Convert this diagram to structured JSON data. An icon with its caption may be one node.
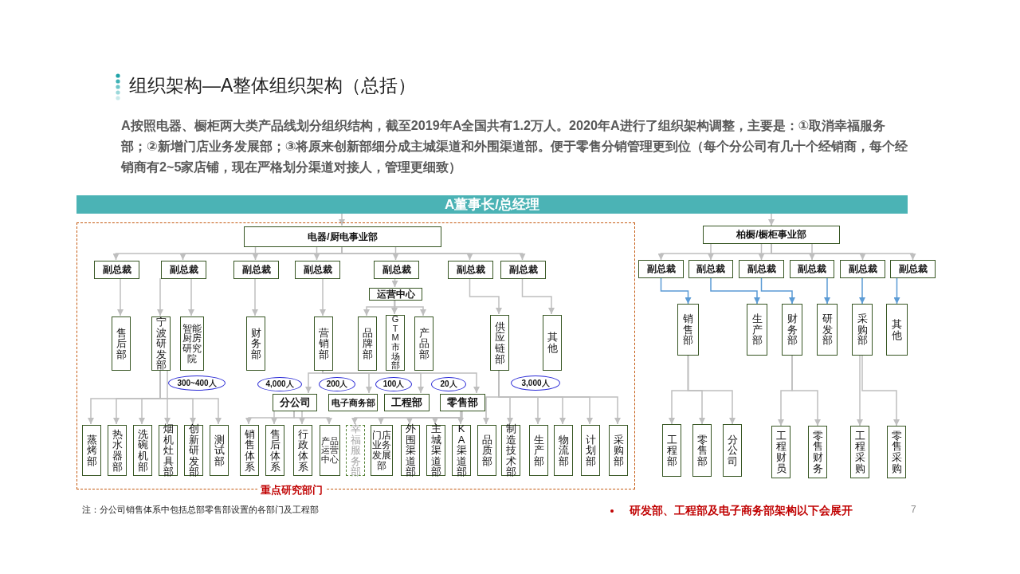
{
  "diagram": {
    "title": "组织架构—A整体组织架构（总括）",
    "nodes": [
      {
        "text": [
          "A董事长/总经理"
        ]
      },
      {
        "text": [
          "重点研究部门"
        ]
      },
      {
        "text": [
          "电器/厨电事业部"
        ],
        "in": 1
      },
      {
        "text": [
          "副总裁"
        ],
        "in": 1
      },
      {
        "text": [
          "副总裁"
        ],
        "in": 1
      },
      {
        "text": [
          "副总裁"
        ],
        "in": 1
      },
      {
        "text": [
          "副总裁"
        ],
        "in": 1
      },
      {
        "text": [
          "副总裁"
        ],
        "in": 1
      },
      {
        "text": [
          "副总裁"
        ],
        "in": 1
      },
      {
        "text": [
          "副总裁"
        ],
        "in": 1
      },
      {
        "text": [
          "运营中心"
        ],
        "in": 1
      },
      {
        "text": [
          "售后部"
        ],
        "in": 1
      },
      {
        "text": [
          "宁波研发部"
        ],
        "in": 1
      },
      {
        "text": [
          "智能厨房研究院"
        ],
        "in": 1
      },
      {
        "text": [
          "财务部"
        ],
        "in": 1
      },
      {
        "text": [
          "营销部"
        ],
        "in": 1
      },
      {
        "text": [
          "品牌部"
        ],
        "in": 1
      },
      {
        "text": [
          "GTM市场部"
        ],
        "in": 1
      },
      {
        "text": [
          "产品部"
        ],
        "in": 1
      },
      {
        "text": [
          "供应链部"
        ],
        "in": 1
      },
      {
        "text": [
          "其他"
        ],
        "in": 1
      },
      {
        "text": [
          "300~400人"
        ],
        "in": 1
      },
      {
        "text": [
          "4,000人"
        ],
        "in": 1
      },
      {
        "text": [
          "200人"
        ],
        "in": 1
      },
      {
        "text": [
          "100人"
        ],
        "in": 1
      },
      {
        "text": [
          "20人"
        ],
        "in": 1
      },
      {
        "text": [
          "3,000人"
        ],
        "in": 1
      },
      {
        "text": [
          "分公司"
        ],
        "in": 1
      },
      {
        "text": [
          "电子商务部"
        ],
        "in": 1
      },
      {
        "text": [
          "工程部"
        ],
        "in": 1
      },
      {
        "text": [
          "零售部"
        ],
        "in": 1
      },
      {
        "text": [
          "蒸烤部"
        ],
        "in": 1
      },
      {
        "text": [
          "热水器部"
        ],
        "in": 1
      },
      {
        "text": [
          "洗碗机部"
        ],
        "in": 1
      },
      {
        "text": [
          "烟机灶具部"
        ],
        "in": 1
      },
      {
        "text": [
          "创新研发部"
        ],
        "in": 1
      },
      {
        "text": [
          "测试部"
        ],
        "in": 1
      },
      {
        "text": [
          "销售体系"
        ],
        "in": 1
      },
      {
        "text": [
          "售后体系"
        ],
        "in": 1
      },
      {
        "text": [
          "行政体系"
        ],
        "in": 1
      },
      {
        "text": [
          "产品运营中心"
        ],
        "in": 1
      },
      {
        "text": [
          "幸福服务部"
        ],
        "in": 1
      },
      {
        "text": [
          "门店业务发展部"
        ],
        "in": 1
      },
      {
        "text": [
          "外围渠道部"
        ],
        "in": 1
      },
      {
        "text": [
          "主城渠道部"
        ],
        "in": 1
      },
      {
        "text": [
          "KA渠道部"
        ],
        "in": 1
      },
      {
        "text": [
          "品质部"
        ],
        "in": 1
      },
      {
        "text": [
          "制造技术部"
        ],
        "in": 1
      },
      {
        "text": [
          "生产部"
        ],
        "in": 1
      },
      {
        "text": [
          "物流部"
        ],
        "in": 1
      },
      {
        "text": [
          "计划部"
        ],
        "in": 1
      },
      {
        "text": [
          "采购部"
        ],
        "in": 1
      },
      {
        "text": [
          "柏橱/橱柜事业部"
        ]
      },
      {
        "text": [
          "副总裁"
        ]
      },
      {
        "text": [
          "副总裁"
        ]
      },
      {
        "text": [
          "副总裁"
        ]
      },
      {
        "text": [
          "副总裁"
        ]
      },
      {
        "text": [
          "副总裁"
        ]
      },
      {
        "text": [
          "副总裁"
        ]
      },
      {
        "text": [
          "销售部"
        ]
      },
      {
        "text": [
          "生产部"
        ]
      },
      {
        "text": [
          "财务部"
        ]
      },
      {
        "text": [
          "研发部"
        ]
      },
      {
        "text": [
          "采购部"
        ]
      },
      {
        "text": [
          "其他"
        ]
      },
      {
        "text": [
          "工程部"
        ]
      },
      {
        "text": [
          "零售部"
        ]
      },
      {
        "text": [
          "分公司"
        ]
      },
      {
        "text": [
          "工程财员"
        ]
      },
      {
        "text": [
          "零售财务"
        ]
      },
      {
        "text": [
          "工程采购"
        ]
      },
      {
        "text": [
          "零售采购"
        ]
      }
    ],
    "edges": [
      {
        "from": 0,
        "to": 2,
        "arrow": "to"
      },
      {
        "from": 0,
        "to": 52,
        "arrow": "to"
      },
      {
        "from": 2,
        "to": 3,
        "arrow": "to"
      },
      {
        "from": 2,
        "to": 4,
        "arrow": "to"
      },
      {
        "from": 2,
        "to": 5,
        "arrow": "to"
      },
      {
        "from": 2,
        "to": 6,
        "arrow": "to"
      },
      {
        "from": 2,
        "to": 7,
        "arrow": "to"
      },
      {
        "from": 2,
        "to": 8,
        "arrow": "to"
      },
      {
        "from": 2,
        "to": 9,
        "arrow": "to"
      },
      {
        "from": 3,
        "to": 11,
        "arrow": "to"
      },
      {
        "from": 4,
        "to": 12,
        "arrow": "to"
      },
      {
        "from": 4,
        "to": 13,
        "arrow": "to"
      },
      {
        "from": 5,
        "to": 14,
        "arrow": "to"
      },
      {
        "from": 6,
        "to": 15,
        "arrow": "to"
      },
      {
        "from": 7,
        "to": 10,
        "arrow": "to"
      },
      {
        "from": 10,
        "to": 16,
        "arrow": "to"
      },
      {
        "from": 10,
        "to": 17,
        "arrow": "to"
      },
      {
        "from": 10,
        "to": 18,
        "arrow": "to"
      },
      {
        "from": 8,
        "to": 19,
        "arrow": "to"
      },
      {
        "from": 9,
        "to": 20,
        "arrow": "to"
      },
      {
        "from": 12,
        "to": 31,
        "arrow": "to"
      },
      {
        "from": 12,
        "to": 32,
        "arrow": "to"
      },
      {
        "from": 12,
        "to": 33,
        "arrow": "to"
      },
      {
        "from": 12,
        "to": 34,
        "arrow": "to"
      },
      {
        "from": 12,
        "to": 35,
        "arrow": "to"
      },
      {
        "from": 12,
        "to": 36,
        "arrow": "to"
      },
      {
        "from": 15,
        "to": 27,
        "arrow": "to"
      },
      {
        "from": 15,
        "to": 28,
        "arrow": "to"
      },
      {
        "from": 15,
        "to": 29,
        "arrow": "to"
      },
      {
        "from": 15,
        "to": 30,
        "arrow": "to"
      },
      {
        "from": 27,
        "to": 37,
        "arrow": "to"
      },
      {
        "from": 27,
        "to": 38,
        "arrow": "to"
      },
      {
        "from": 27,
        "to": 39,
        "arrow": "to"
      },
      {
        "from": 27,
        "to": 40,
        "arrow": "to"
      },
      {
        "from": 30,
        "to": 41,
        "arrow": "to"
      },
      {
        "from": 30,
        "to": 42,
        "arrow": "to"
      },
      {
        "from": 30,
        "to": 43,
        "arrow": "to"
      },
      {
        "from": 30,
        "to": 44,
        "arrow": "to"
      },
      {
        "from": 30,
        "to": 45,
        "arrow": "to"
      },
      {
        "from": 19,
        "to": 46,
        "arrow": "to"
      },
      {
        "from": 19,
        "to": 47,
        "arrow": "to"
      },
      {
        "from": 19,
        "to": 48,
        "arrow": "to"
      },
      {
        "from": 19,
        "to": 49,
        "arrow": "to"
      },
      {
        "from": 19,
        "to": 50,
        "arrow": "to"
      },
      {
        "from": 19,
        "to": 51,
        "arrow": "to"
      },
      {
        "from": 52,
        "to": 53,
        "arrow": "to"
      },
      {
        "from": 52,
        "to": 54,
        "arrow": "to"
      },
      {
        "from": 52,
        "to": 55,
        "arrow": "to"
      },
      {
        "from": 52,
        "to": 56,
        "arrow": "to"
      },
      {
        "from": 52,
        "to": 57,
        "arrow": "to"
      },
      {
        "from": 52,
        "to": 58,
        "arrow": "to"
      },
      {
        "from": 53,
        "to": 59,
        "arrow": "to",
        "color": "#5b9bd5"
      },
      {
        "from": 54,
        "to": 60,
        "arrow": "to",
        "color": "#5b9bd5"
      },
      {
        "from": 55,
        "to": 61,
        "arrow": "to",
        "color": "#5b9bd5"
      },
      {
        "from": 56,
        "to": 62,
        "arrow": "to",
        "color": "#5b9bd5"
      },
      {
        "from": 57,
        "to": 63,
        "arrow": "to",
        "color": "#5b9bd5"
      },
      {
        "from": 58,
        "to": 64,
        "arrow": "to",
        "color": "#5b9bd5"
      },
      {
        "from": 59,
        "to": 65,
        "arrow": "to"
      },
      {
        "from": 59,
        "to": 66,
        "arrow": "to"
      },
      {
        "from": 59,
        "to": 67,
        "arrow": "to"
      },
      {
        "from": 61,
        "to": 68,
        "arrow": "to"
      },
      {
        "from": 61,
        "to": 69,
        "arrow": "to"
      },
      {
        "from": 63,
        "to": 70,
        "arrow": "to"
      },
      {
        "from": 63,
        "to": 71,
        "arrow": "to"
      }
    ],
    "labels": [
      "A按照电器、橱柜两大类产品线划分组织结构，截至2019年A全国共有1.2万人。2020年A进行了组织架构调整，主要是：①取消幸福服务部；②新增门店业务发展部；③将原来创新部细分成主城渠道和外围渠道部。便于零售分销管理更到位（每个分公司有几十个经销商，每个经销商有2~5家店铺，现在严格划分渠道对接人，管理更细致）",
      "注：分公司销售体系中包括总部零售部设置的各部门及工程部",
      "研发部、工程部及电子商务部架构以下会展开",
      "7"
    ]
  }
}
